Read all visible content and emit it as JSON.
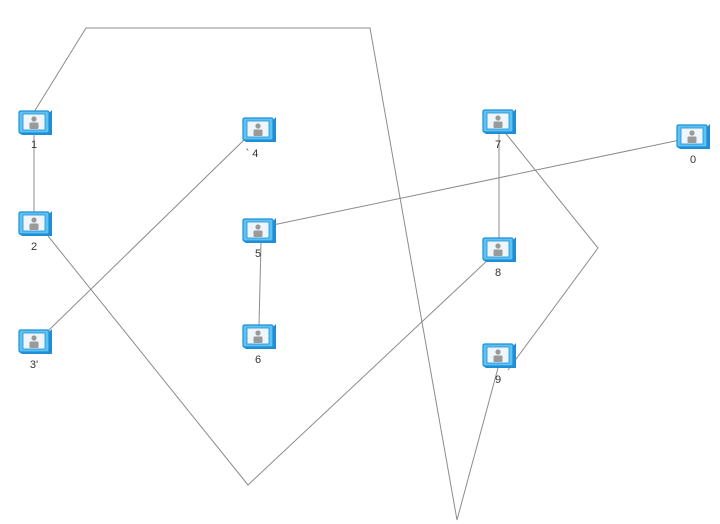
{
  "colors": {
    "edge": "#8c8c8c",
    "node_frame": "#1e8fd6",
    "node_frame_light": "#5ec3f2",
    "node_screen": "#eef6fb",
    "node_person": "#9a9a9a",
    "label": "#333333"
  },
  "node_icon": "computer-user-icon",
  "nodes": [
    {
      "id": "n1",
      "label": "1"
    },
    {
      "id": "n2",
      "label": "2"
    },
    {
      "id": "n3",
      "label": "3'"
    },
    {
      "id": "n4",
      "label": "` 4"
    },
    {
      "id": "n5",
      "label": "5"
    },
    {
      "id": "n6",
      "label": "6"
    },
    {
      "id": "n7",
      "label": "7"
    },
    {
      "id": "n8",
      "label": "8"
    },
    {
      "id": "n9",
      "label": "9"
    },
    {
      "id": "n0",
      "label": "0"
    }
  ],
  "edges": [
    {
      "from": "n1",
      "to": "n2"
    },
    {
      "from": "n1",
      "to": "n3"
    },
    {
      "from": "n3",
      "to": "n4"
    },
    {
      "from": "n2",
      "to": "n8"
    },
    {
      "from": "n5",
      "to": "n0"
    },
    {
      "from": "n5",
      "to": "n6"
    },
    {
      "from": "n7",
      "to": "n8"
    },
    {
      "from": "n7",
      "to": "n9"
    }
  ]
}
